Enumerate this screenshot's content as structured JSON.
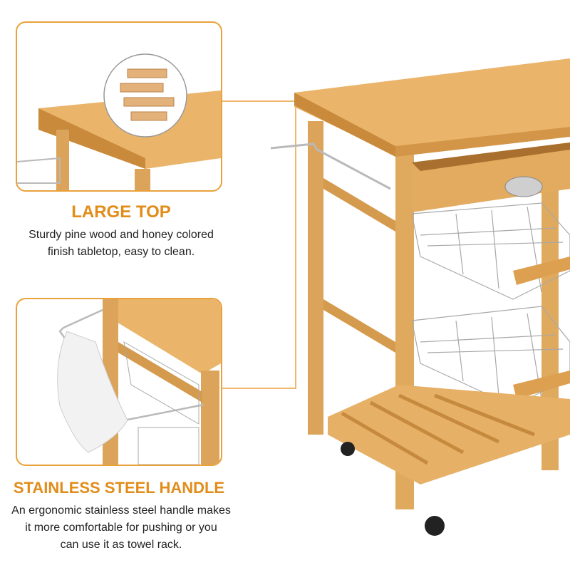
{
  "features": [
    {
      "title": "LARGE TOP",
      "description_lines": [
        "Sturdy pine wood and honey colored",
        "finish tabletop, easy to clean."
      ]
    },
    {
      "title": "STAINLESS STEEL HANDLE",
      "description_lines": [
        "An ergonomic stainless steel handle makes",
        "it more comfortable for pushing or you",
        "can use it as towel rack."
      ]
    }
  ],
  "colors": {
    "accent": "#e9a23b",
    "heading": "#e28c1a",
    "wood": "#e7b36a",
    "wood_dark": "#c98a3c",
    "steel": "#b9b9b9"
  }
}
